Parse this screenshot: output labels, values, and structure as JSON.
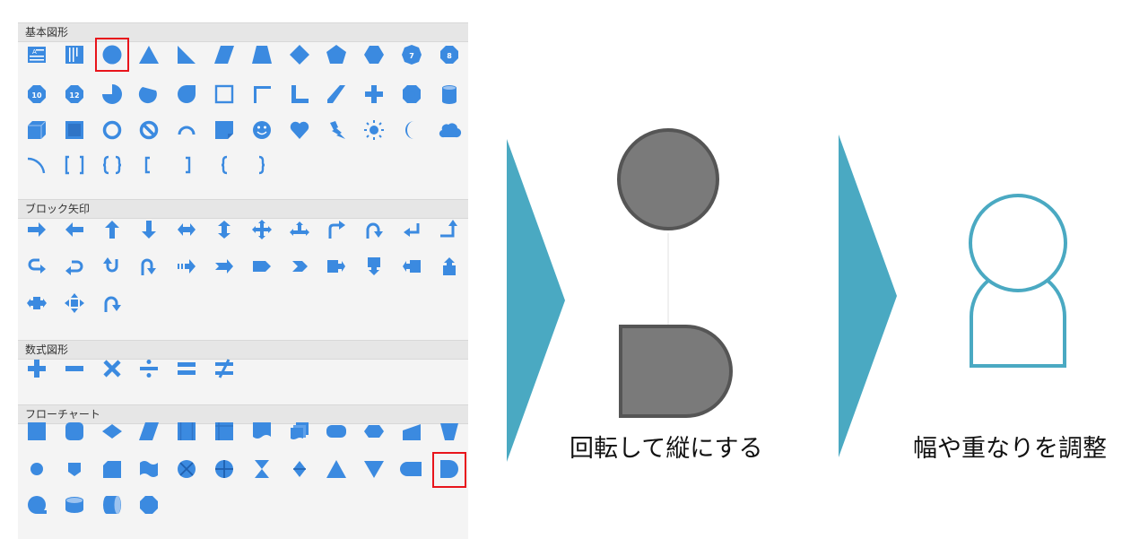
{
  "panel": {
    "sections": [
      {
        "title": "基本図形"
      },
      {
        "title": "ブロック矢印"
      },
      {
        "title": "数式図形"
      },
      {
        "title": "フローチャート"
      }
    ]
  },
  "steps": {
    "step1_caption": "回転して縦にする",
    "step2_caption": "幅や重なりを調整"
  },
  "shape_labels": {
    "b10": "7",
    "b11": "8",
    "b12": "10",
    "b13": "12"
  },
  "colors": {
    "icon_blue": "#3b8ae0",
    "header_gray": "#e6e6e6",
    "panel_bg": "#f4f4f4",
    "highlight_red": "#e8141b",
    "chevron_teal": "#4aa9c2",
    "shape_gray": "#7a7a7a",
    "shape_stroke": "#555555",
    "outline_teal": "#4aa9c2"
  }
}
